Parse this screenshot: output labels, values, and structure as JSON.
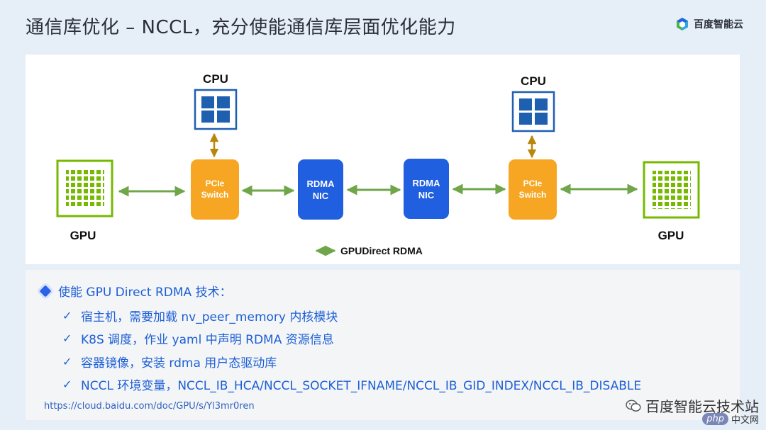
{
  "title": "通信库优化 – NCCL，充分使能通信库层面优化能力",
  "brand": {
    "name": "百度智能云"
  },
  "diagram": {
    "left_gpu_label": "GPU",
    "right_gpu_label": "GPU",
    "left_cpu_label": "CPU",
    "right_cpu_label": "CPU",
    "left_pcie": [
      "PCIe",
      "Switch"
    ],
    "right_pcie": [
      "PCIe",
      "Switch"
    ],
    "left_rdma": [
      "RDMA",
      "NIC"
    ],
    "right_rdma": [
      "RDMA",
      "NIC"
    ],
    "legend_label": "GPUDirect RDMA",
    "colors": {
      "gpu": "#76b900",
      "pcie": "#f6a623",
      "rdma": "#1f5fe0",
      "cpu": "#1e5fb0",
      "link": "#6fa64a"
    }
  },
  "bullets": {
    "heading": "使能 GPU Direct RDMA 技术：",
    "items": [
      "宿主机，需要加载 nv_peer_memory 内核模块",
      "K8S 调度，作业 yaml 中声明 RDMA 资源信息",
      "容器镜像，安装 rdma 用户态驱动库",
      "NCCL 环境变量，NCCL_IB_HCA/NCCL_SOCKET_IFNAME/NCCL_IB_GID_INDEX/NCCL_IB_DISABLE"
    ],
    "url": "https://cloud.baidu.com/doc/GPU/s/Yl3mr0ren"
  },
  "watermark": {
    "text": "百度智能云技术站",
    "badge": "php",
    "badge_cn": "中文网"
  }
}
